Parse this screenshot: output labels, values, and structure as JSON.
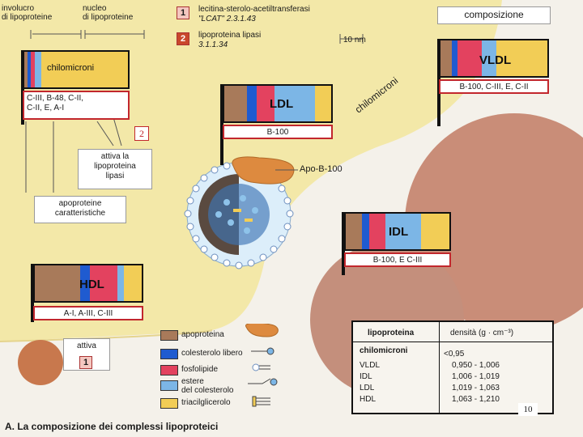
{
  "header": {
    "envelope_label": "involucro\ndi lipoproteine",
    "core_label": "nucleo\ndi lipoproteine",
    "enzyme1_num": "1",
    "enzyme1_name": "lecitina-sterolo-acetiltransferasi",
    "enzyme1_sub": "\"LCAT\" 2.3.1.43",
    "enzyme2_num": "2",
    "enzyme2_name": "lipoproteina lipasi",
    "enzyme2_sub": "3.1.1.34",
    "scale": "10 nm"
  },
  "composition_label": "composizione",
  "flags": {
    "chylo": {
      "label": "chilomicroni",
      "apos": "C-III, B-48, C-II,\nC-II, E, A-I"
    },
    "ldl": {
      "label": "LDL",
      "apos": "B-100"
    },
    "vldl": {
      "label": "VLDL",
      "apos": "B-100, C-III, E, C-II"
    },
    "idl": {
      "label": "IDL",
      "apos": "B-100, E C-III"
    },
    "hdl": {
      "label": "HDL",
      "apos": "A-I, A-III, C-III"
    }
  },
  "chylo_arc_label": "chilomicroni",
  "apo_b100": "Apo-B-100",
  "activates_lipase": "attiva la\nlipoproteina\nlipasi",
  "characteristic_apos": "apoproteine\ncaratteristiche",
  "activates": "attiva",
  "activates_num": "1",
  "marker_2": "2",
  "legend": [
    {
      "label": "apoproteina",
      "color": "#a87a5a"
    },
    {
      "label": "colesterolo libero",
      "color": "#1f5bd0"
    },
    {
      "label": "fosfolipide",
      "color": "#e3425f"
    },
    {
      "label": "estere\ndel colesterolo",
      "color": "#7cb6e6"
    },
    {
      "label": "triacilglicerolo",
      "color": "#f2cd56"
    }
  ],
  "density_table": {
    "col1": "lipoproteina",
    "col2": "densità (g · cm⁻³)",
    "rows": [
      {
        "name": "chilomicroni",
        "value": "<0,95"
      },
      {
        "name": "VLDL",
        "value": "0,950 - 1,006"
      },
      {
        "name": "IDL",
        "value": "1,006 - 1,019"
      },
      {
        "name": "LDL",
        "value": "1,019 - 1,063"
      },
      {
        "name": "HDL",
        "value": "1,063 - 1,210"
      }
    ]
  },
  "caption": "A. La composizione dei complessi lipoproteici",
  "page_number": "10"
}
